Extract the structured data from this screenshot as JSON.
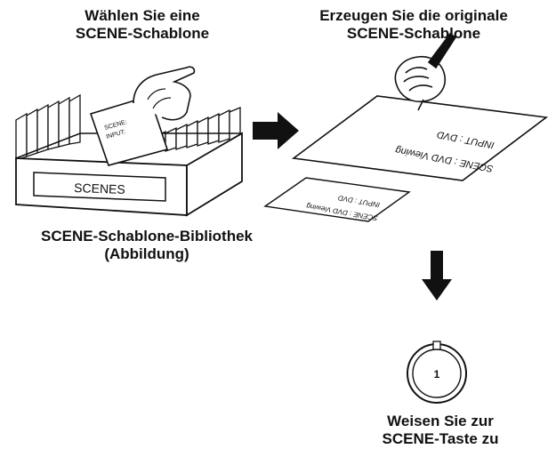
{
  "headings": {
    "select_template_l1": "Wählen Sie eine",
    "select_template_l2": "SCENE-Schablone",
    "create_original_l1": "Erzeugen Sie die originale",
    "create_original_l2": "SCENE-Schablone",
    "library_l1": "SCENE-Schablone-Bibliothek",
    "library_l2": "(Abbildung)",
    "assign_l1": "Weisen Sie zur",
    "assign_l2": "SCENE-Taste zu"
  },
  "box": {
    "label": "SCENES"
  },
  "held_card": {
    "line1": "SCENE:",
    "line2": "INPUT:"
  },
  "large_card": {
    "line1": "SCENE : DVD Viewing",
    "line2": "INPUT : DVD"
  },
  "small_card": {
    "line1": "SCENE : DVD Viewing",
    "line2": "INPUT : DVD"
  },
  "scene_button": {
    "number": "1"
  },
  "colors": {
    "ink": "#111111",
    "paper": "#ffffff",
    "gray": "#cfcfcf"
  }
}
